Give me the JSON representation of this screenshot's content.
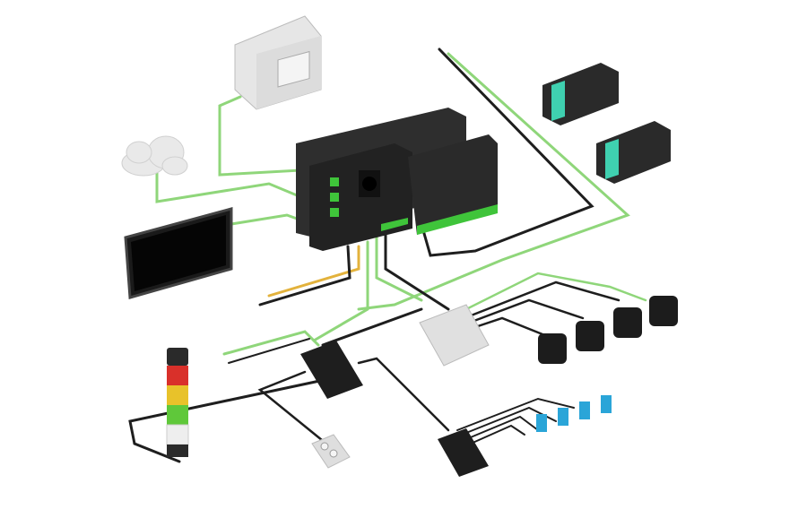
{
  "colors": {
    "background": "#ffffff",
    "cable_green": "#8fd67a",
    "cable_black": "#1e1e1e",
    "cable_yellow": "#e3b23c",
    "accent_green": "#3fc43a",
    "device_dark": "#2a2a2a",
    "device_light": "#e6e6e6",
    "sensor_blue": "#2aa5d8",
    "motor_teal": "#3fd0b0",
    "tower_red": "#d9302a",
    "tower_yellow": "#e8c22a",
    "tower_green": "#5fc83a"
  },
  "components": [
    "control-cabinet",
    "cloud",
    "display",
    "controller",
    "servo-motor",
    "servo-motor",
    "io-hub",
    "io-hub",
    "io-hub",
    "camera-sensor",
    "photo-sensor",
    "signal-tower",
    "push-button-box"
  ]
}
